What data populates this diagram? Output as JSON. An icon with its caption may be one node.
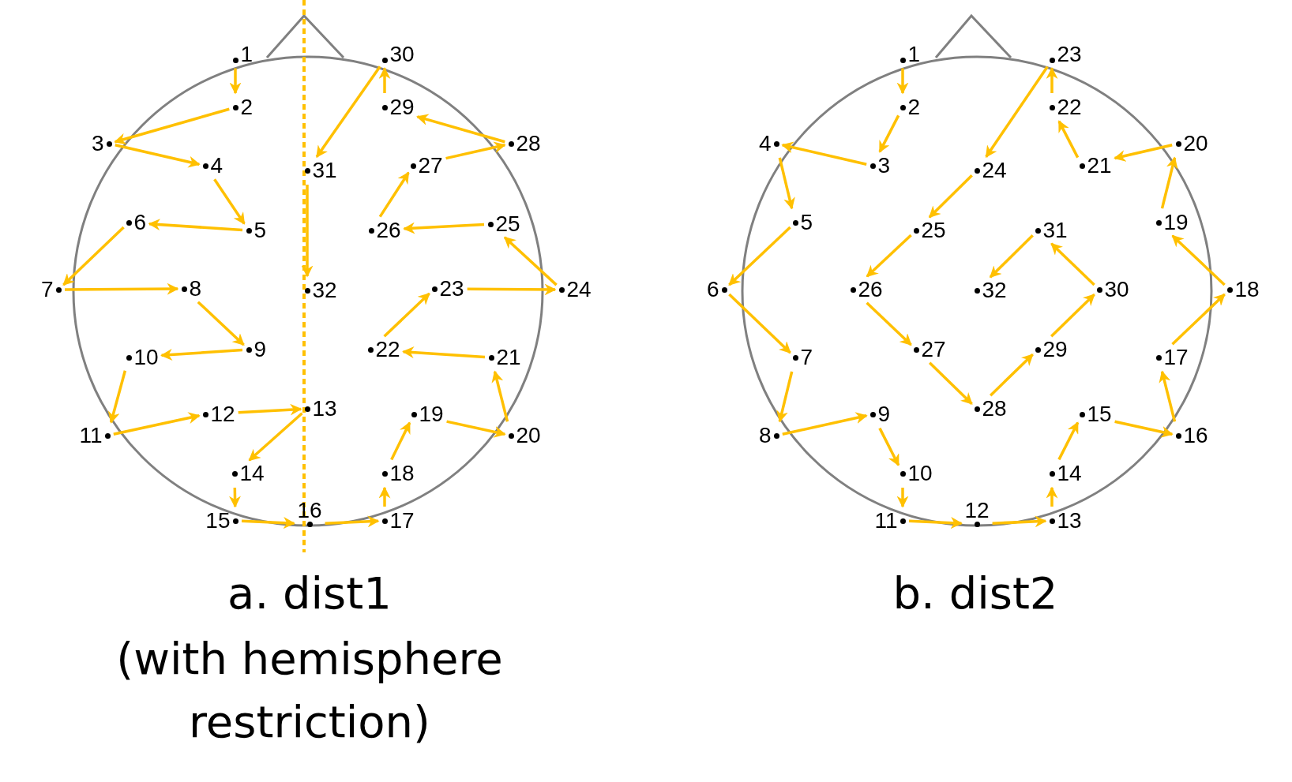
{
  "diagram": {
    "nodes": [
      {
        "text": [
          "1"
        ]
      },
      {
        "text": [
          "2"
        ]
      },
      {
        "text": [
          "3"
        ]
      },
      {
        "text": [
          "4"
        ]
      },
      {
        "text": [
          "5"
        ]
      },
      {
        "text": [
          "6"
        ]
      },
      {
        "text": [
          "7"
        ]
      },
      {
        "text": [
          "8"
        ]
      },
      {
        "text": [
          "9"
        ]
      },
      {
        "text": [
          "10"
        ]
      },
      {
        "text": [
          "11"
        ]
      },
      {
        "text": [
          "12"
        ]
      },
      {
        "text": [
          "13"
        ]
      },
      {
        "text": [
          "14"
        ]
      },
      {
        "text": [
          "15"
        ]
      },
      {
        "text": [
          "16"
        ]
      },
      {
        "text": [
          "17"
        ]
      },
      {
        "text": [
          "18"
        ]
      },
      {
        "text": [
          "19"
        ]
      },
      {
        "text": [
          "20"
        ]
      },
      {
        "text": [
          "21"
        ]
      },
      {
        "text": [
          "22"
        ]
      },
      {
        "text": [
          "23"
        ]
      },
      {
        "text": [
          "24"
        ]
      },
      {
        "text": [
          "25"
        ]
      },
      {
        "text": [
          "26"
        ]
      },
      {
        "text": [
          "27"
        ]
      },
      {
        "text": [
          "28"
        ]
      },
      {
        "text": [
          "29"
        ]
      },
      {
        "text": [
          "30"
        ]
      },
      {
        "text": [
          "31"
        ]
      },
      {
        "text": [
          "32"
        ]
      },
      {
        "text": [
          "1"
        ]
      },
      {
        "text": [
          "2"
        ]
      },
      {
        "text": [
          "3"
        ]
      },
      {
        "text": [
          "4"
        ]
      },
      {
        "text": [
          "5"
        ]
      },
      {
        "text": [
          "6"
        ]
      },
      {
        "text": [
          "7"
        ]
      },
      {
        "text": [
          "8"
        ]
      },
      {
        "text": [
          "9"
        ]
      },
      {
        "text": [
          "10"
        ]
      },
      {
        "text": [
          "11"
        ]
      },
      {
        "text": [
          "12"
        ]
      },
      {
        "text": [
          "13"
        ]
      },
      {
        "text": [
          "14"
        ]
      },
      {
        "text": [
          "15"
        ]
      },
      {
        "text": [
          "16"
        ]
      },
      {
        "text": [
          "17"
        ]
      },
      {
        "text": [
          "18"
        ]
      },
      {
        "text": [
          "19"
        ]
      },
      {
        "text": [
          "20"
        ]
      },
      {
        "text": [
          "21"
        ]
      },
      {
        "text": [
          "22"
        ]
      },
      {
        "text": [
          "23"
        ]
      },
      {
        "text": [
          "24"
        ]
      },
      {
        "text": [
          "25"
        ]
      },
      {
        "text": [
          "26"
        ]
      },
      {
        "text": [
          "27"
        ]
      },
      {
        "text": [
          "28"
        ]
      },
      {
        "text": [
          "29"
        ]
      },
      {
        "text": [
          "30"
        ]
      },
      {
        "text": [
          "31"
        ]
      },
      {
        "text": [
          "32"
        ]
      }
    ],
    "edges": [
      {
        "from": 0,
        "to": 1,
        "arrow": "to"
      },
      {
        "from": 1,
        "to": 2,
        "arrow": "to"
      },
      {
        "from": 2,
        "to": 3,
        "arrow": "to"
      },
      {
        "from": 3,
        "to": 4,
        "arrow": "to"
      },
      {
        "from": 4,
        "to": 5,
        "arrow": "to"
      },
      {
        "from": 5,
        "to": 6,
        "arrow": "to"
      },
      {
        "from": 6,
        "to": 7,
        "arrow": "to"
      },
      {
        "from": 7,
        "to": 8,
        "arrow": "to"
      },
      {
        "from": 8,
        "to": 9,
        "arrow": "to"
      },
      {
        "from": 9,
        "to": 10,
        "arrow": "to"
      },
      {
        "from": 10,
        "to": 11,
        "arrow": "to"
      },
      {
        "from": 11,
        "to": 12,
        "arrow": "to"
      },
      {
        "from": 12,
        "to": 13,
        "arrow": "to"
      },
      {
        "from": 13,
        "to": 14,
        "arrow": "to"
      },
      {
        "from": 14,
        "to": 15,
        "arrow": "to"
      },
      {
        "from": 15,
        "to": 16,
        "arrow": "to"
      },
      {
        "from": 16,
        "to": 17,
        "arrow": "to"
      },
      {
        "from": 17,
        "to": 18,
        "arrow": "to"
      },
      {
        "from": 18,
        "to": 19,
        "arrow": "to"
      },
      {
        "from": 19,
        "to": 20,
        "arrow": "to"
      },
      {
        "from": 20,
        "to": 21,
        "arrow": "to"
      },
      {
        "from": 21,
        "to": 22,
        "arrow": "to"
      },
      {
        "from": 22,
        "to": 23,
        "arrow": "to"
      },
      {
        "from": 23,
        "to": 24,
        "arrow": "to"
      },
      {
        "from": 24,
        "to": 25,
        "arrow": "to"
      },
      {
        "from": 25,
        "to": 26,
        "arrow": "to"
      },
      {
        "from": 26,
        "to": 27,
        "arrow": "to"
      },
      {
        "from": 27,
        "to": 28,
        "arrow": "to"
      },
      {
        "from": 28,
        "to": 29,
        "arrow": "to"
      },
      {
        "from": 29,
        "to": 30,
        "arrow": "to"
      },
      {
        "from": 30,
        "to": 31,
        "arrow": "to"
      },
      {
        "from": 32,
        "to": 33,
        "arrow": "to"
      },
      {
        "from": 33,
        "to": 34,
        "arrow": "to"
      },
      {
        "from": 34,
        "to": 35,
        "arrow": "to"
      },
      {
        "from": 35,
        "to": 36,
        "arrow": "to"
      },
      {
        "from": 36,
        "to": 37,
        "arrow": "to"
      },
      {
        "from": 37,
        "to": 38,
        "arrow": "to"
      },
      {
        "from": 38,
        "to": 39,
        "arrow": "to"
      },
      {
        "from": 39,
        "to": 40,
        "arrow": "to"
      },
      {
        "from": 40,
        "to": 41,
        "arrow": "to"
      },
      {
        "from": 41,
        "to": 42,
        "arrow": "to"
      },
      {
        "from": 42,
        "to": 43,
        "arrow": "to"
      },
      {
        "from": 43,
        "to": 44,
        "arrow": "to"
      },
      {
        "from": 44,
        "to": 45,
        "arrow": "to"
      },
      {
        "from": 45,
        "to": 46,
        "arrow": "to"
      },
      {
        "from": 46,
        "to": 47,
        "arrow": "to"
      },
      {
        "from": 47,
        "to": 48,
        "arrow": "to"
      },
      {
        "from": 48,
        "to": 49,
        "arrow": "to"
      },
      {
        "from": 49,
        "to": 50,
        "arrow": "to"
      },
      {
        "from": 50,
        "to": 51,
        "arrow": "to"
      },
      {
        "from": 51,
        "to": 52,
        "arrow": "to"
      },
      {
        "from": 52,
        "to": 53,
        "arrow": "to"
      },
      {
        "from": 53,
        "to": 54,
        "arrow": "to"
      },
      {
        "from": 54,
        "to": 55,
        "arrow": "to"
      },
      {
        "from": 55,
        "to": 56,
        "arrow": "to"
      },
      {
        "from": 56,
        "to": 57,
        "arrow": "to"
      },
      {
        "from": 57,
        "to": 58,
        "arrow": "to"
      },
      {
        "from": 58,
        "to": 59,
        "arrow": "to"
      },
      {
        "from": 59,
        "to": 60,
        "arrow": "to"
      },
      {
        "from": 60,
        "to": 61,
        "arrow": "to"
      },
      {
        "from": 61,
        "to": 62,
        "arrow": "to"
      },
      {
        "from": 62,
        "to": 63,
        "arrow": "to"
      }
    ],
    "labels": [
      "a. dist1",
      "(with hemisphere restriction)",
      "b. dist2"
    ]
  }
}
